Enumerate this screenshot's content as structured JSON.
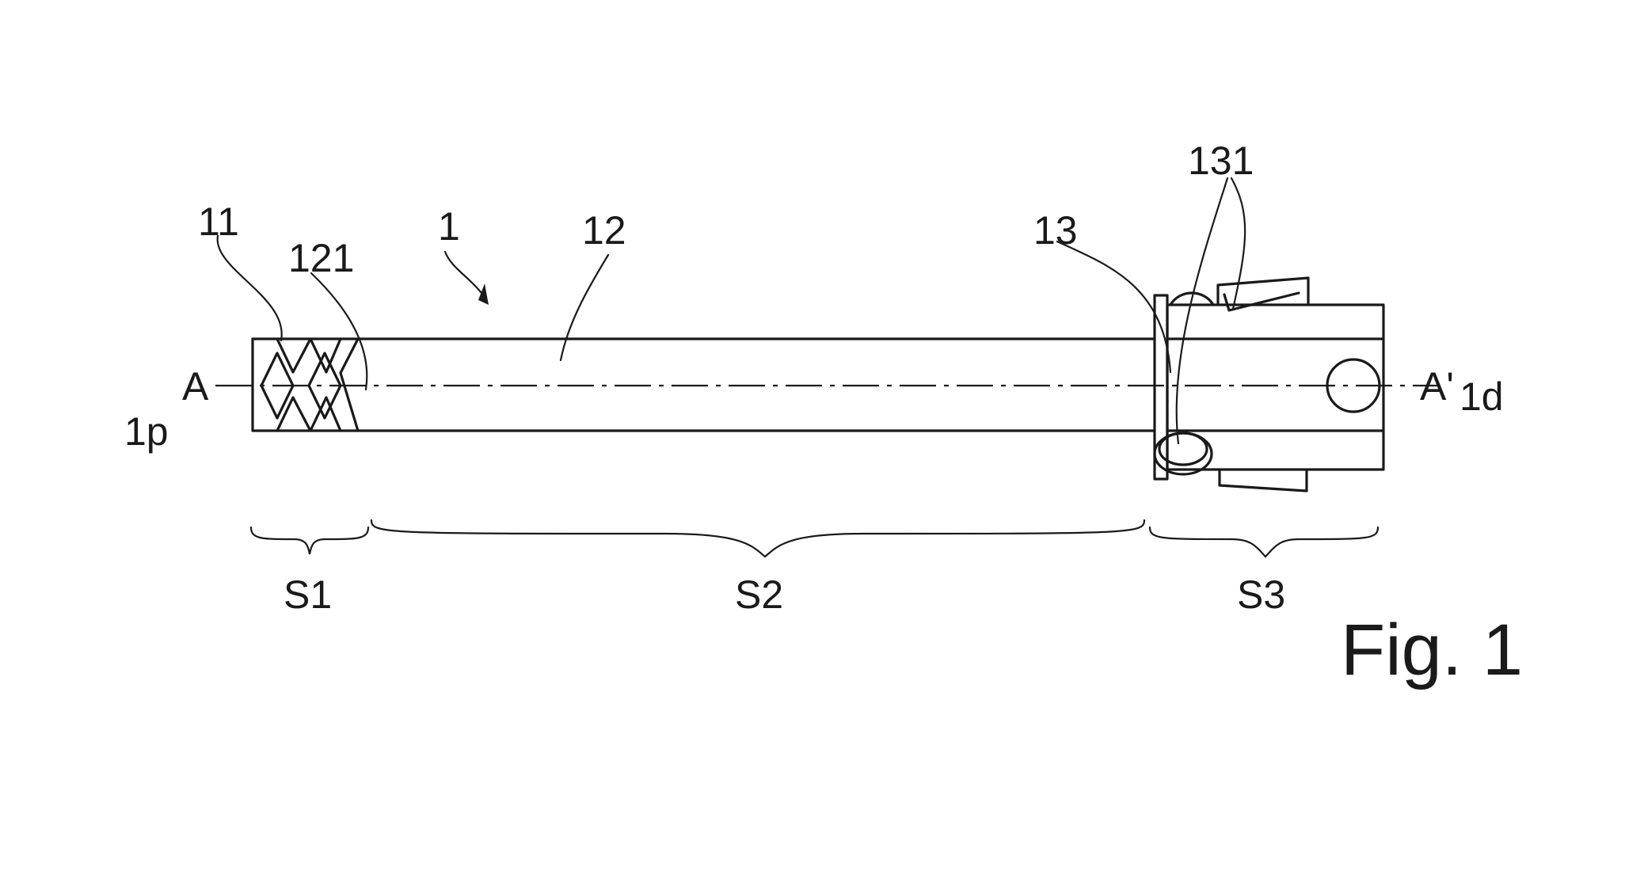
{
  "labels": {
    "device": "1",
    "proximal_portion": "11",
    "shaft": "12",
    "shaft_end": "121",
    "distal_portion": "13",
    "distal_elements": "131",
    "axis_start": "A",
    "axis_end": "A'",
    "proximal_end": "1p",
    "distal_end": "1d"
  },
  "sections": [
    "S1",
    "S2",
    "S3"
  ],
  "figure_caption": "Fig. 1"
}
